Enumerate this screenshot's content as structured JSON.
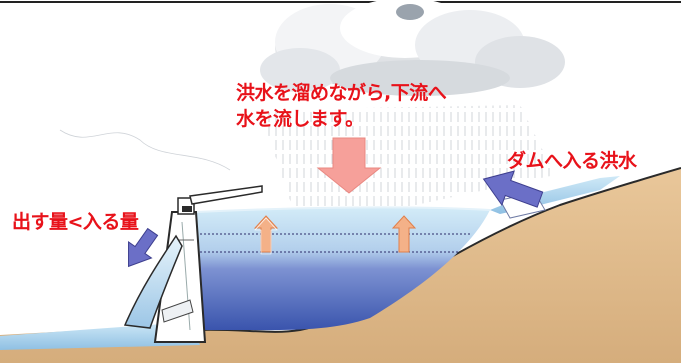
{
  "colors": {
    "label_red": "#e8121a",
    "label_dark": "#e01020",
    "reservoir_deep": "#3f5bb0",
    "reservoir_mid": "#9fb0de",
    "reservoir_top": "#c6e3f3",
    "ground": "#dcb98a",
    "rain_arrow": "#f6a09a",
    "inflow_arrow": "#6b6fc7",
    "rise_arrow": "#f4b188"
  },
  "icons": [
    "cloud",
    "rain",
    "rain-arrow",
    "inflow-arrow",
    "outflow-arrow",
    "water-rise-arrow",
    "dam",
    "spillway-gate"
  ],
  "labels": {
    "caption_line1": "洪水を溜めながら,下流へ",
    "caption_line2": "水を流します。",
    "inflow": "ダムへ入る洪水",
    "outflow": "出す量<入る量"
  }
}
